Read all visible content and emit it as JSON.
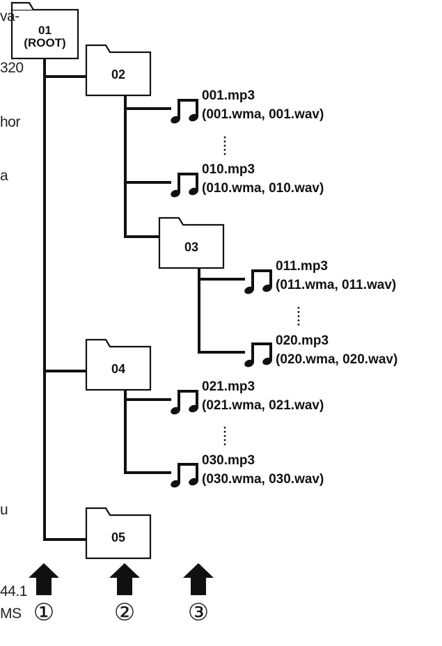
{
  "colors": {
    "line": "#111111",
    "folder_fill": "#ffffff",
    "background": "#ffffff"
  },
  "side_text": [
    "va-",
    "320",
    "hor",
    "a",
    "u",
    "44.1",
    "MS"
  ],
  "folders": {
    "root": {
      "number": "01",
      "tag": "(ROOT)"
    },
    "f02": "02",
    "f03": "03",
    "f04": "04",
    "f05": "05"
  },
  "files": [
    {
      "icon": "music-note-icon",
      "name": "001.mp3",
      "alt": "(001.wma, 001.wav)"
    },
    {
      "icon": "music-note-icon",
      "name": "010.mp3",
      "alt": "(010.wma, 010.wav)"
    },
    {
      "icon": "music-note-icon",
      "name": "011.mp3",
      "alt": "(011.wma, 011.wav)"
    },
    {
      "icon": "music-note-icon",
      "name": "020.mp3",
      "alt": "(020.wma, 020.wav)"
    },
    {
      "icon": "music-note-icon",
      "name": "021.mp3",
      "alt": "(021.wma, 021.wav)"
    },
    {
      "icon": "music-note-icon",
      "name": "030.mp3",
      "alt": "(030.wma, 030.wav)"
    }
  ],
  "levels": [
    {
      "icon": "up-arrow-icon",
      "label": "①"
    },
    {
      "icon": "up-arrow-icon",
      "label": "②"
    },
    {
      "icon": "up-arrow-icon",
      "label": "③"
    }
  ]
}
